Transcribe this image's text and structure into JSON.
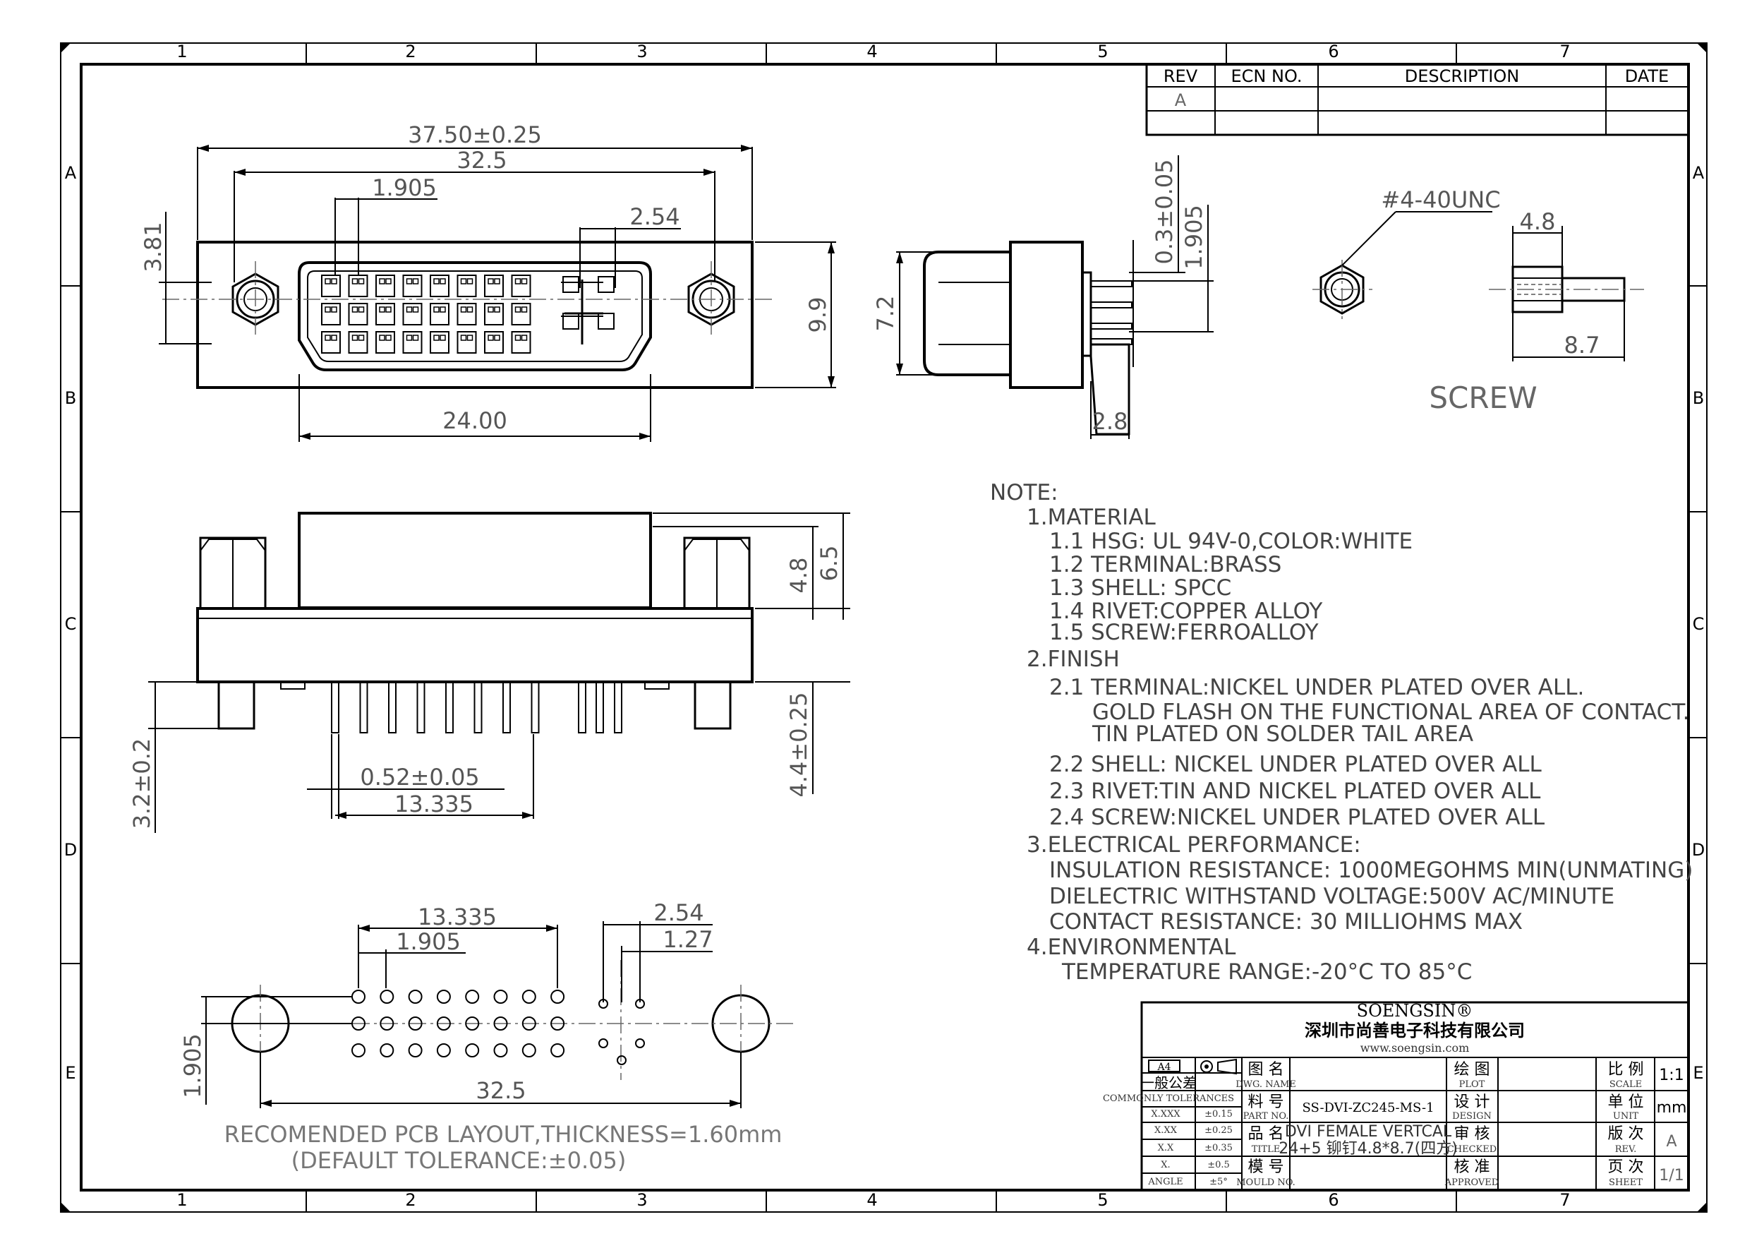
{
  "frame": {
    "columns": [
      "1",
      "2",
      "3",
      "4",
      "5",
      "6",
      "7"
    ],
    "rows": [
      "A",
      "B",
      "C",
      "D",
      "E"
    ]
  },
  "revision_table": {
    "headers": {
      "rev": "REV",
      "ecn": "ECN NO.",
      "description": "DESCRIPTION",
      "date": "DATE"
    },
    "rows": [
      {
        "rev": "A",
        "ecn": "",
        "description": "",
        "date": ""
      }
    ]
  },
  "front_view": {
    "dims": {
      "overall_width": "37.50±0.25",
      "hole_spacing": "32.5",
      "pitch": "1.905",
      "pitch_c": "2.54",
      "height_left": "3.81",
      "height_right": "9.9",
      "shell_width": "24.00"
    }
  },
  "side_view": {
    "dims": {
      "top_a": "0.3±0.05",
      "top_b": "1.905",
      "height": "7.2",
      "tail": "2.8"
    }
  },
  "screw_view": {
    "thread": "#4-40UNC",
    "hex": "4.8",
    "length": "8.7",
    "label": "SCREW"
  },
  "bottom_view": {
    "dims": {
      "h_right_a": "4.8",
      "h_right_b": "6.5",
      "tail_len": "4.4±0.25",
      "post_len": "3.2±0.2",
      "pin_width": "0.52±0.05",
      "pin_span": "13.335"
    }
  },
  "pcb_layout": {
    "dims": {
      "span": "13.335",
      "pitch": "1.905",
      "pitch_c": "2.54",
      "pitch_c_small": "1.27",
      "row_pitch": "1.905",
      "hole_spacing": "32.5"
    },
    "caption_line1": "RECOMENDED PCB LAYOUT,THICKNESS=1.60mm",
    "caption_line2": "(DEFAULT TOLERANCE:±0.05)"
  },
  "notes": {
    "heading": "NOTE:",
    "lines": [
      "1.MATERIAL",
      "1.1  HSG: UL 94V-0,COLOR:WHITE",
      "1.2  TERMINAL:BRASS",
      "1.3  SHELL: SPCC",
      "1.4  RIVET:COPPER ALLOY",
      "1.5  SCREW:FERROALLOY",
      "2.FINISH",
      "2.1  TERMINAL:NICKEL UNDER PLATED OVER ALL.",
      "GOLD FLASH ON THE FUNCTIONAL AREA OF CONTACT.",
      "TIN PLATED ON SOLDER TAIL AREA",
      "2.2  SHELL: NICKEL UNDER PLATED OVER ALL",
      "2.3  RIVET:TIN AND NICKEL PLATED OVER ALL",
      "2.4  SCREW:NICKEL UNDER PLATED OVER ALL",
      "3.ELECTRICAL PERFORMANCE:",
      "INSULATION RESISTANCE: 1000MEGOHMS MIN(UNMATING)",
      "DIELECTRIC WITHSTAND VOLTAGE:500V AC/MINUTE",
      "CONTACT RESISTANCE: 30 MILLIOHMS MAX",
      "4.ENVIRONMENTAL",
      "TEMPERATURE RANGE:-20°C TO 85°C"
    ]
  },
  "title_block": {
    "company": "SOENGSIN®",
    "company_cn": "深圳市尚善电子科技有限公司",
    "website": "www.soengsin.com",
    "paper": "A4",
    "general_tol": "一般公差",
    "general_tol_en": "COMMONLY TOLERANCES",
    "tolerances": [
      {
        "fmt": "X.XXX",
        "val": "±0.15"
      },
      {
        "fmt": "X.XX",
        "val": "±0.25"
      },
      {
        "fmt": "X.X",
        "val": "±0.35"
      },
      {
        "fmt": "X.",
        "val": "±0.5"
      },
      {
        "fmt": "ANGLE",
        "val": "±5°"
      }
    ],
    "dwg_name_cn": "图 名",
    "dwg_name_en": "DWG. NAME",
    "part_no_cn": "料 号",
    "part_no_en": "PART NO.",
    "title_cn": "品 名",
    "title_en": "TITLE",
    "mould_cn": "模 号",
    "mould_en": "MOULD NO.",
    "part_no": "SS-DVI-ZC245-MS-1",
    "title_line1": "DVI FEMALE VERTCAL",
    "title_line2": "24+5 铆钉4.8*8.7(四方)",
    "plot_cn": "绘 图",
    "plot_en": "PLOT",
    "design_cn": "设 计",
    "design_en": "DESIGN",
    "checked_cn": "审 核",
    "checked_en": "CHECKED",
    "approved_cn": "核 准",
    "approved_en": "APPROVED",
    "scale_cn": "比 例",
    "scale_en": "SCALE",
    "scale": "1:1",
    "unit_cn": "单 位",
    "unit_en": "UNIT",
    "unit": "mm",
    "rev_cn": "版 次",
    "rev_en": "REV.",
    "rev": "A",
    "sheet_cn": "页 次",
    "sheet_en": "SHEET",
    "sheet": "1/1"
  }
}
